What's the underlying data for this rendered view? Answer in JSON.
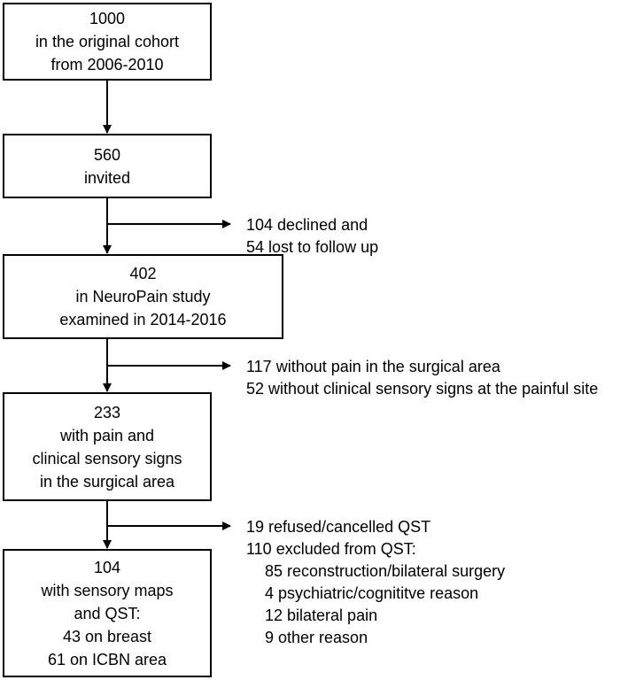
{
  "boxes": {
    "original_cohort": [
      "1000",
      "in the original cohort",
      "from 2006-2010"
    ],
    "invited": [
      "560",
      "invited"
    ],
    "neuropain": [
      "402",
      "in NeuroPain study",
      "examined in 2014-2016"
    ],
    "pain_signs": [
      "233",
      "with pain and",
      "clinical sensory signs",
      "in the surgical area"
    ],
    "sensory_maps": [
      "104",
      "with sensory maps",
      "and QST:",
      "43 on breast",
      "61 on ICBN area"
    ]
  },
  "exclusions": {
    "after_invited": [
      "104 declined and",
      "54 lost to follow up"
    ],
    "after_neuropain": [
      "117 without pain in the surgical area",
      "52 without clinical sensory signs at the painful site"
    ],
    "after_pain_signs": {
      "refused": "19 refused/cancelled QST",
      "excluded": "110 excluded from QST:",
      "reasons": [
        "85 reconstruction/bilateral surgery",
        "4 psychiatric/cognititve reason",
        "12 bilateral pain",
        "9 other reason"
      ]
    }
  }
}
